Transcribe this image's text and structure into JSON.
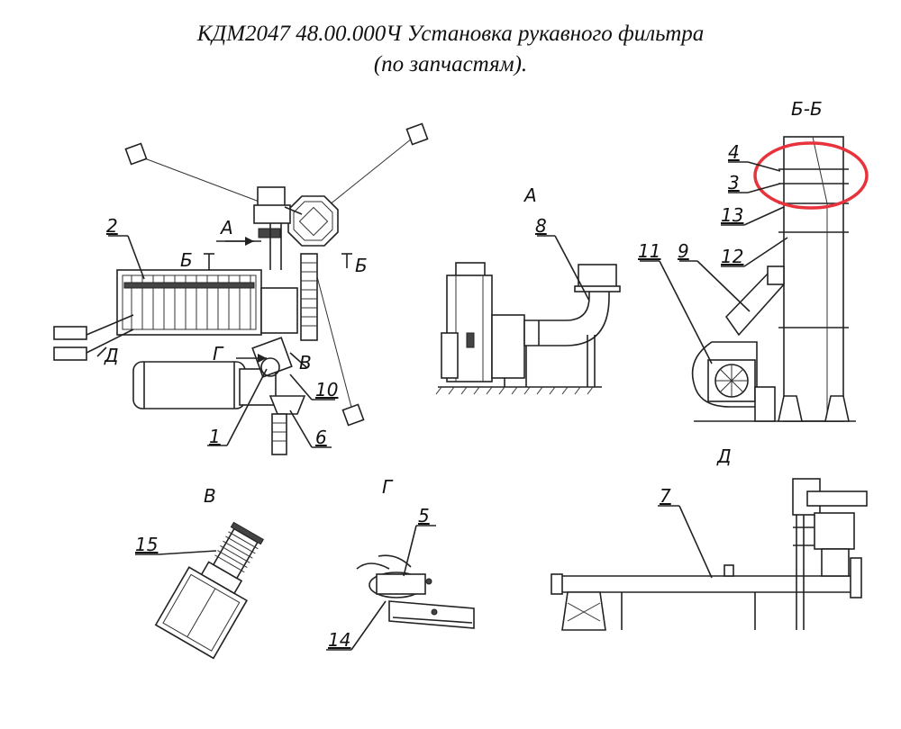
{
  "title": {
    "line1": "КДМ2047 48.00.000Ч Установка рукавного фильтра",
    "line2": "(по запчастям)."
  },
  "views": {
    "a": "А",
    "b_b": "Б-Б",
    "v": "В",
    "g": "Г",
    "d": "Д"
  },
  "section_marks": {
    "b_left": "Б",
    "b_right": "Б",
    "a_arrow": "А",
    "g_arrow": "Г",
    "v_arrow": "В",
    "d_arrow": "Д"
  },
  "callouts": [
    "1",
    "2",
    "3",
    "4",
    "5",
    "6",
    "7",
    "8",
    "9",
    "10",
    "11",
    "12",
    "13",
    "14",
    "15"
  ],
  "highlight": {
    "color": "#e8323c",
    "target": "3"
  }
}
